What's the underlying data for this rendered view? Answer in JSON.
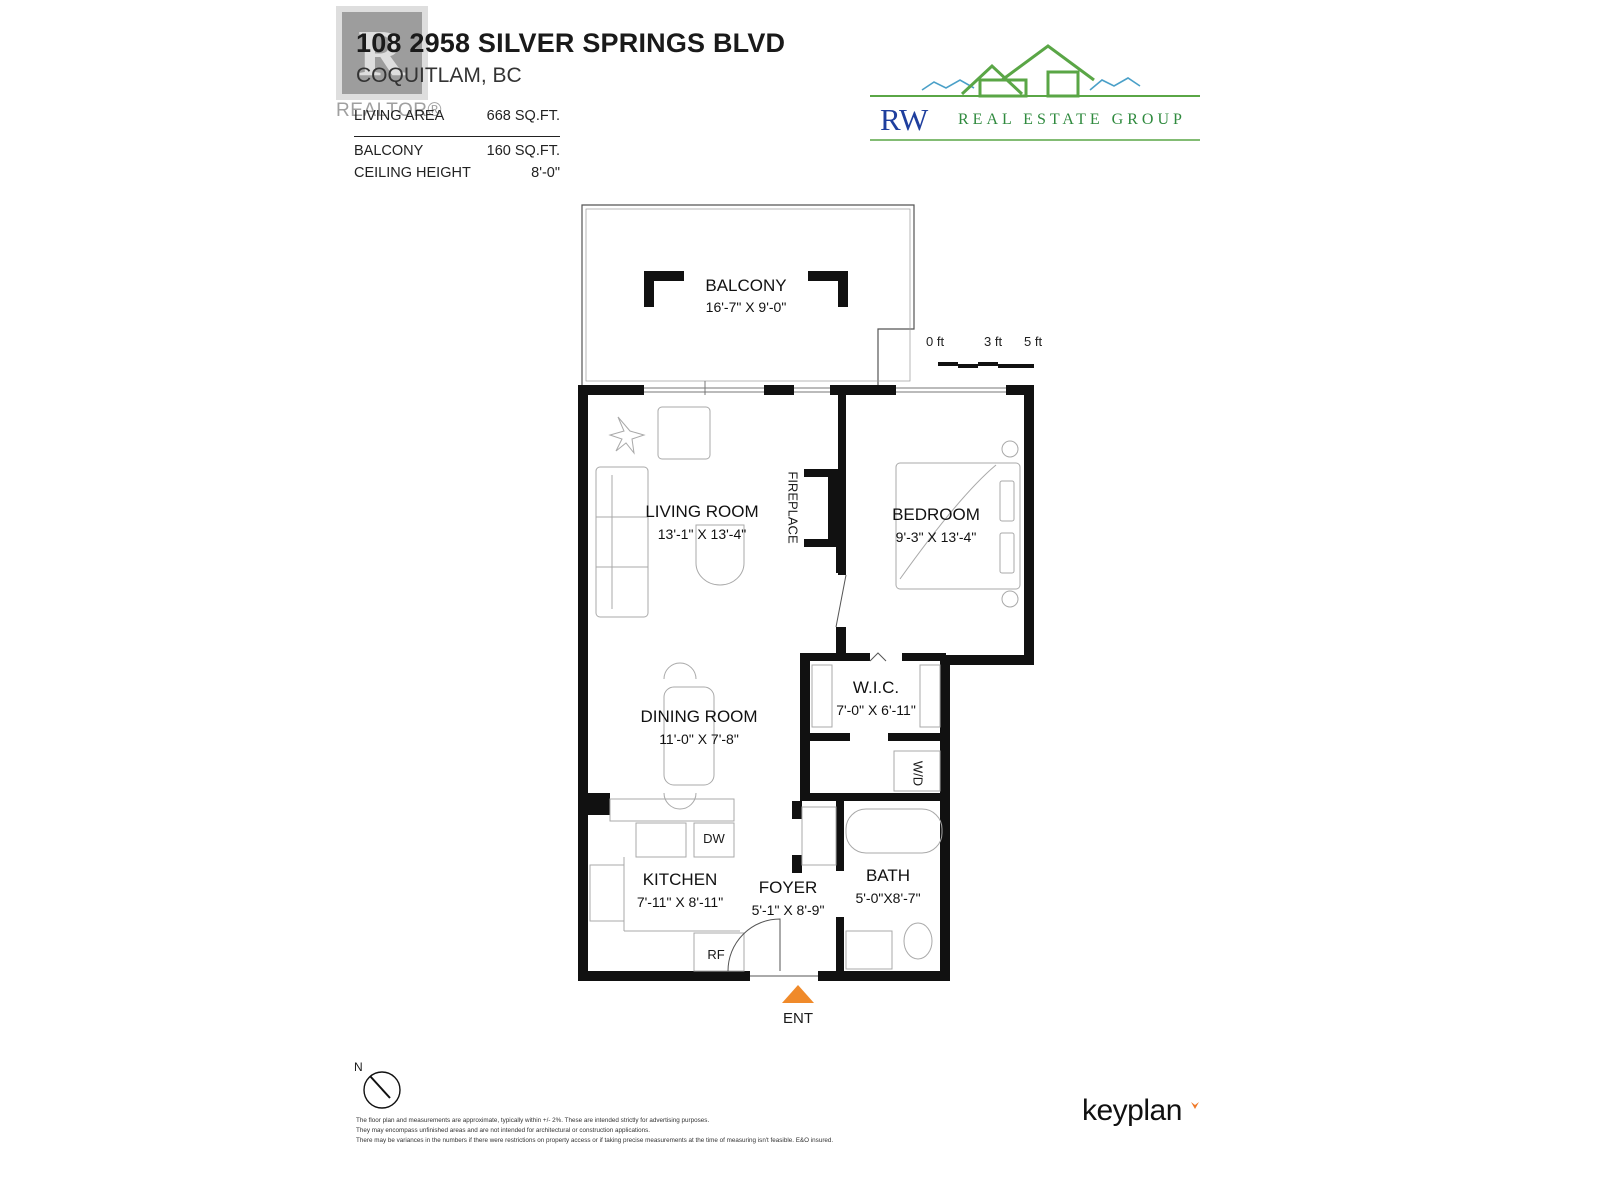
{
  "header": {
    "address": "108 2958 SILVER SPRINGS BLVD",
    "city": "COQUITLAM, BC",
    "realtor_mark": "R",
    "realtor_word": "REALTOR®"
  },
  "specs": [
    {
      "label": "LIVING AREA",
      "value": "668 SQ.FT."
    },
    {
      "label": "BALCONY",
      "value": "160 SQ.FT."
    },
    {
      "label": "CEILING HEIGHT",
      "value": "8'-0\""
    }
  ],
  "brand": {
    "initials": "RW",
    "tagline": "REAL ESTATE GROUP",
    "green": "#5aa646",
    "blue": "#1f3f9e"
  },
  "scale_bar": {
    "labels": [
      "0 ft",
      "3 ft",
      "5 ft"
    ]
  },
  "rooms": [
    {
      "name": "BALCONY",
      "dims": "16'-7\"  X  9'-0\""
    },
    {
      "name": "LIVING ROOM",
      "dims": "13'-1\"  X  13'-4\""
    },
    {
      "name": "BEDROOM",
      "dims": "9'-3\"  X  13'-4\""
    },
    {
      "name": "W.I.C.",
      "dims": "7'-0\" X 6'-11\""
    },
    {
      "name": "DINING ROOM",
      "dims": "11'-0\"  X  7'-8\""
    },
    {
      "name": "KITCHEN",
      "dims": "7'-11\"  X  8'-11\""
    },
    {
      "name": "FOYER",
      "dims": "5'-1\" X 8'-9\""
    },
    {
      "name": "BATH",
      "dims": "5'-0\"X8'-7\""
    }
  ],
  "fixtures": {
    "fireplace": "FIREPLACE",
    "washer_dryer": "W/D",
    "dishwasher": "DW",
    "fridge": "RF",
    "entry": "ENT"
  },
  "compass": {
    "label": "N"
  },
  "disclaimer": [
    "The floor plan and measurements are approximate, typically within +/- 2%. These are intended strictly for advertising purposes.",
    "They may encompass unfinished areas and are not intended for architectural or construction applications.",
    "There may be variances in the numbers if there were restrictions on property access or if taking precise measurements at the time of measuring isn't feasible. E&O insured."
  ],
  "footer": {
    "brand": "keyplan",
    "accent": "#f07a2a"
  },
  "colors": {
    "wall": "#111111",
    "entry_marker": "#f08a2a",
    "fixture_line": "#9a9a9a"
  }
}
